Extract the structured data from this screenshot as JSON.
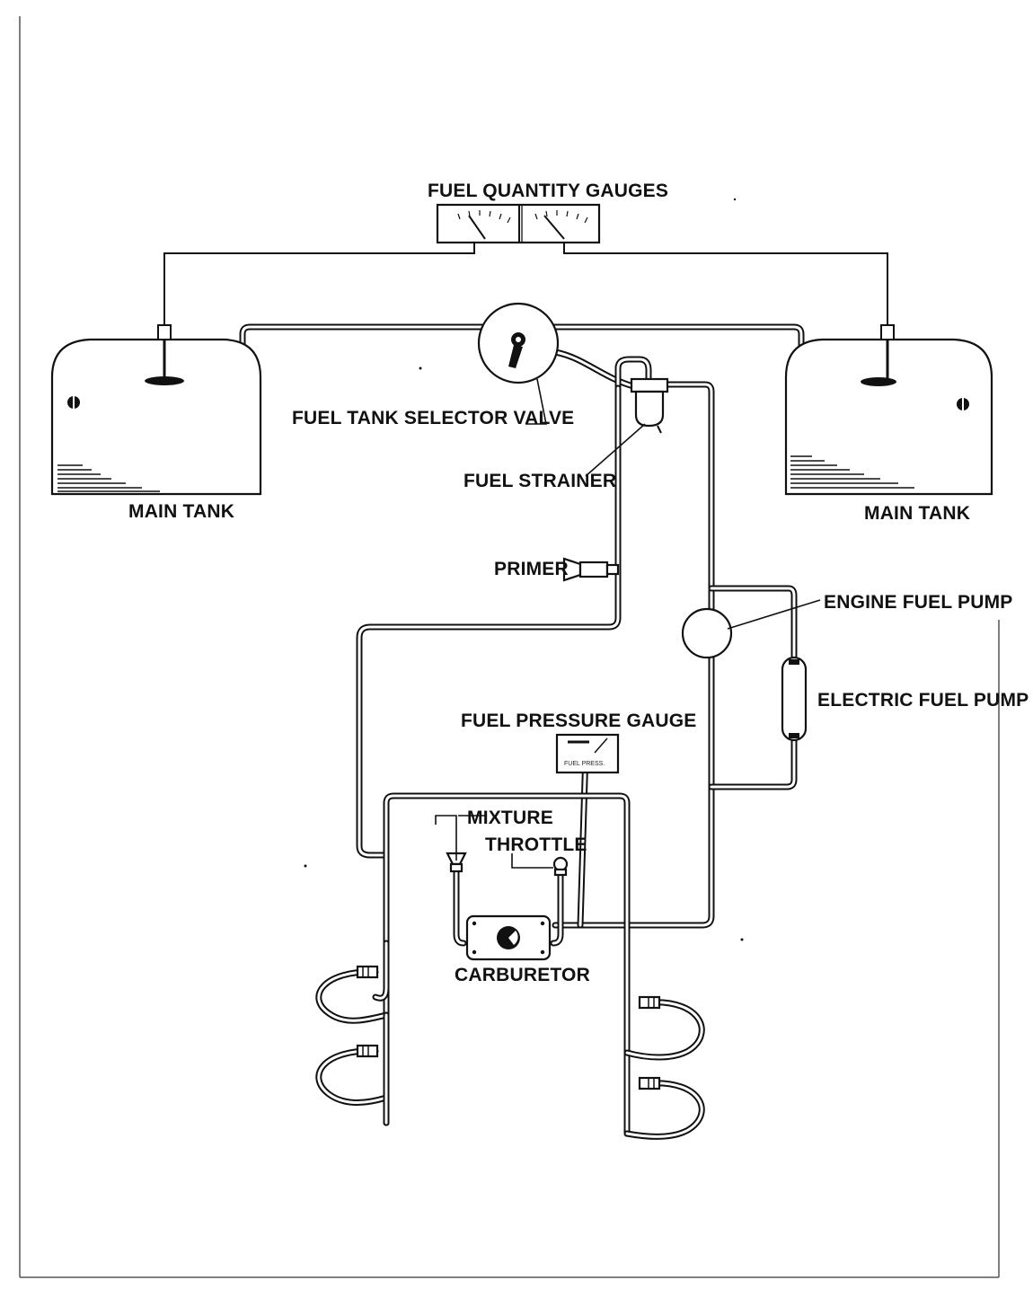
{
  "labels": {
    "fuel_quantity_gauges": "FUEL QUANTITY GAUGES",
    "fuel_tank_selector_valve": "FUEL TANK SELECTOR VALVE",
    "fuel_strainer": "FUEL STRAINER",
    "main_tank_left": "MAIN TANK",
    "main_tank_right": "MAIN TANK",
    "primer": "PRIMER",
    "engine_fuel_pump": "ENGINE FUEL PUMP",
    "electric_fuel_pump": "ELECTRIC FUEL PUMP",
    "fuel_pressure_gauge": "FUEL PRESSURE GAUGE",
    "mixture": "MIXTURE",
    "throttle": "THROTTLE",
    "carburetor": "CARBURETOR",
    "pressure_gauge_face": "FUEL PRESS."
  },
  "colors": {
    "line": "#111111",
    "paper": "#ffffff"
  }
}
